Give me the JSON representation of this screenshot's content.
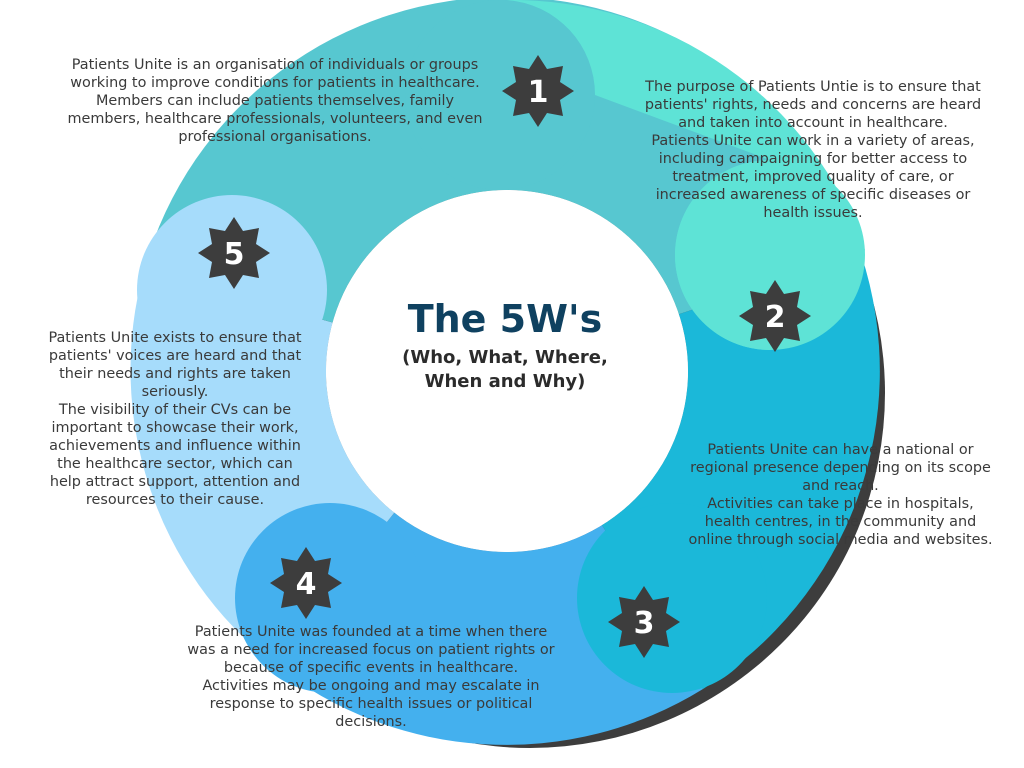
{
  "title": "The 5W's",
  "subtitle": "(Who, What, Where,\nWhen and Why)",
  "colors": {
    "segment1": "#57c7d0",
    "segment2": "#5ee3d6",
    "segment3": "#1bb8d9",
    "segment4": "#44b0ee",
    "segment5": "#a6dcfb",
    "shadow": "#3d3d3d",
    "badge": "#3d3d3d",
    "title": "#0f4160"
  },
  "segments": [
    {
      "number": "1",
      "text": "Patients Unite is an organisation of individuals or groups working to improve conditions for patients in healthcare.\nMembers can include patients themselves, family members, healthcare professionals, volunteers, and even professional organisations."
    },
    {
      "number": "2",
      "text": "The purpose of Patients Untie is to ensure that patients' rights, needs and concerns are heard and taken into account in healthcare.\nPatients Unite can work in a variety of areas, including campaigning for better access to treatment, improved quality of care, or increased awareness of specific diseases or health issues."
    },
    {
      "number": "3",
      "text": "Patients Unite can have a national or regional presence depending on its scope and reach.\nActivities can take place in hospitals, health centres, in the community and online through social media and websites."
    },
    {
      "number": "4",
      "text": "Patients Unite was founded at a time when there was a need for increased focus on patient rights or because of specific events in healthcare.\nActivities may be ongoing and may escalate in response to specific health issues or political decisions."
    },
    {
      "number": "5",
      "text": "Patients Unite exists to ensure that patients' voices are heard and that their needs and rights are taken seriously.\nThe visibility of their CVs can be important to showcase their work, achievements and influence within the healthcare sector, which can help attract support, attention and resources to their cause."
    }
  ]
}
